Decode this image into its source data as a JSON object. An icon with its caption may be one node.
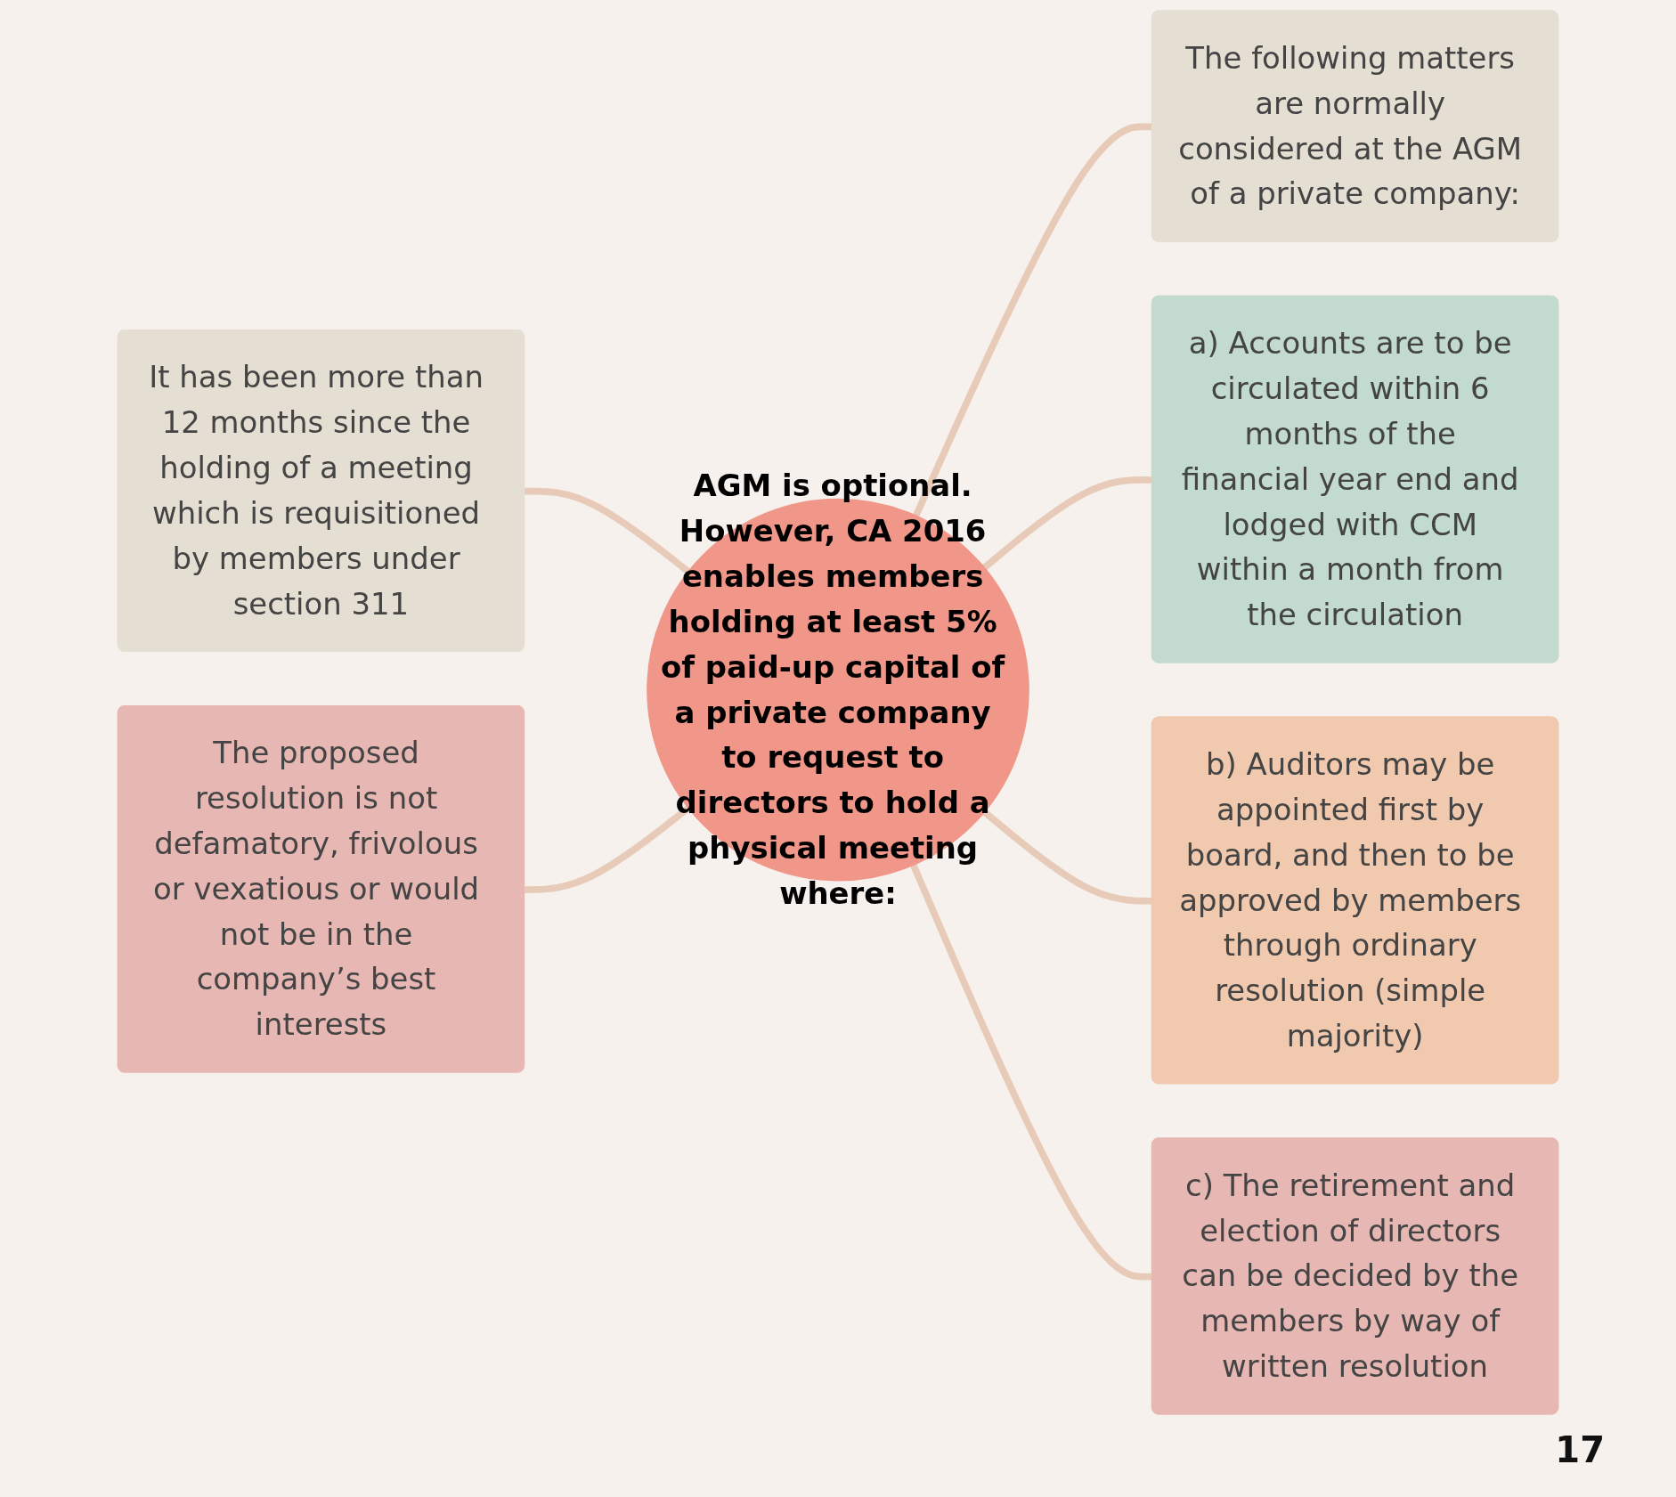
{
  "diagram": {
    "nodes": [
      {
        "text": [
          "It has been more than 12 months since the holding of a meeting which is requisitioned by members under section 311"
        ]
      },
      {
        "text": [
          "The following matters are normally considered at the AGM of a private company:"
        ]
      },
      {
        "text": [
          "AGM is optional. However, CA 2016 enables members holding at least 5% of paid-up capital of a private company to request to directors to hold a physical meeting where:"
        ]
      },
      {
        "text": [
          "a) Accounts are to be circulated within 6 months of the financial year end and lodged with CCM within a month from the circulation"
        ]
      },
      {
        "text": [
          "b) Auditors may be appointed first by board, and then to be approved by members through ordinary resolution (simple majority)"
        ]
      },
      {
        "text": [
          "The proposed resolution is not defamatory, frivolous or vexatious or would not be in the company’s best interests"
        ]
      },
      {
        "text": [
          "c) The retirement and election of directors can be decided by the members by way of written resolution"
        ]
      }
    ],
    "edges": [
      {
        "from": 0,
        "to": 2,
        "arrow": "none"
      },
      {
        "from": 5,
        "to": 2,
        "arrow": "none"
      },
      {
        "from": 2,
        "to": 1,
        "arrow": "none"
      },
      {
        "from": 2,
        "to": 3,
        "arrow": "none"
      },
      {
        "from": 2,
        "to": 4,
        "arrow": "none"
      },
      {
        "from": 2,
        "to": 6,
        "arrow": "none"
      }
    ],
    "labels": [
      "17"
    ]
  }
}
